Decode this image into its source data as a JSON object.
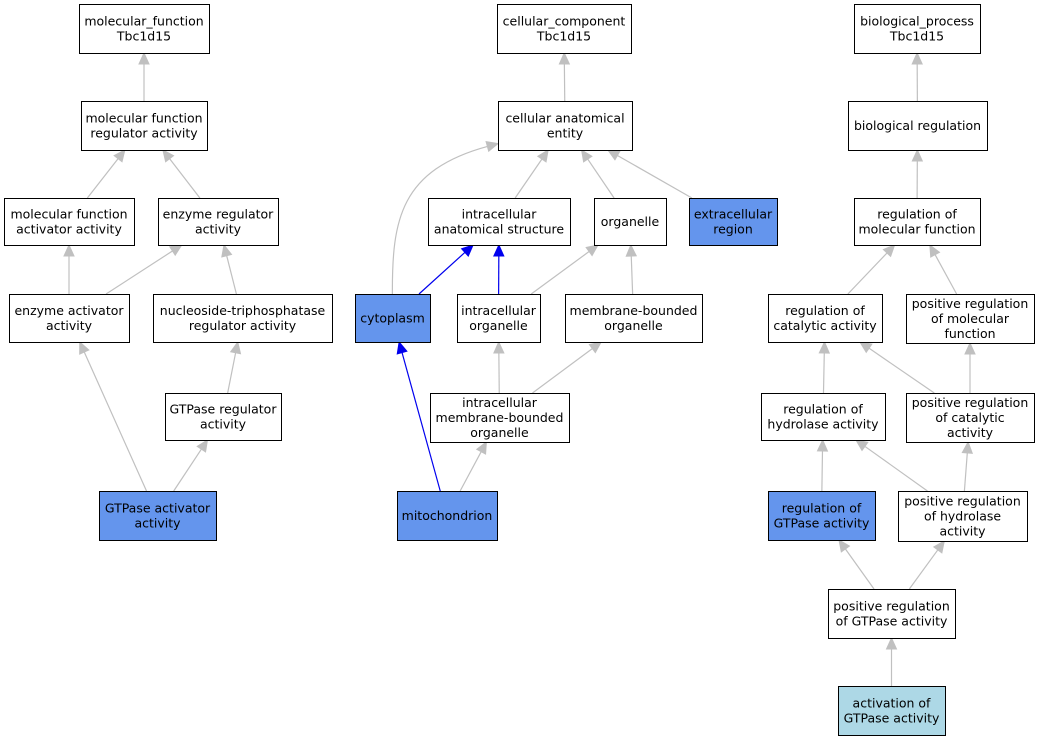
{
  "colors": {
    "default_fill": "#ffffff",
    "annotated_fill": "#6495ed",
    "target_fill": "#add8e6",
    "edge_gray": "#c0c0c0",
    "edge_blue": "#0000ee"
  },
  "nodes": [
    {
      "id": "mf",
      "lines": [
        "molecular_function",
        "Tbc1d15"
      ],
      "kind": "default"
    },
    {
      "id": "mfr",
      "lines": [
        "molecular function",
        "regulator activity"
      ],
      "kind": "default"
    },
    {
      "id": "mfa",
      "lines": [
        "molecular function",
        "activator activity"
      ],
      "kind": "default"
    },
    {
      "id": "enzreg",
      "lines": [
        "enzyme regulator",
        "activity"
      ],
      "kind": "default"
    },
    {
      "id": "enzact",
      "lines": [
        "enzyme activator",
        "activity"
      ],
      "kind": "default"
    },
    {
      "id": "ntp",
      "lines": [
        "nucleoside-triphosphatase",
        "regulator activity"
      ],
      "kind": "default"
    },
    {
      "id": "gtpreg",
      "lines": [
        "GTPase regulator",
        "activity"
      ],
      "kind": "default"
    },
    {
      "id": "gtpact",
      "lines": [
        "GTPase activator",
        "activity"
      ],
      "kind": "annotated"
    },
    {
      "id": "cc",
      "lines": [
        "cellular_component",
        "Tbc1d15"
      ],
      "kind": "default"
    },
    {
      "id": "cae",
      "lines": [
        "cellular anatomical",
        "entity"
      ],
      "kind": "default"
    },
    {
      "id": "ias",
      "lines": [
        "intracellular",
        "anatomical structure"
      ],
      "kind": "default"
    },
    {
      "id": "org",
      "lines": [
        "organelle"
      ],
      "kind": "default"
    },
    {
      "id": "extra",
      "lines": [
        "extracellular",
        "region"
      ],
      "kind": "annotated"
    },
    {
      "id": "cyto",
      "lines": [
        "cytoplasm"
      ],
      "kind": "annotated"
    },
    {
      "id": "iorg",
      "lines": [
        "intracellular",
        "organelle"
      ],
      "kind": "default"
    },
    {
      "id": "mbo",
      "lines": [
        "membrane-bounded",
        "organelle"
      ],
      "kind": "default"
    },
    {
      "id": "imbo",
      "lines": [
        "intracellular",
        "membrane-bounded",
        "organelle"
      ],
      "kind": "default"
    },
    {
      "id": "mito",
      "lines": [
        "mitochondrion"
      ],
      "kind": "annotated"
    },
    {
      "id": "bp",
      "lines": [
        "biological_process",
        "Tbc1d15"
      ],
      "kind": "default"
    },
    {
      "id": "breg",
      "lines": [
        "biological regulation"
      ],
      "kind": "default"
    },
    {
      "id": "rmf",
      "lines": [
        "regulation of",
        "molecular function"
      ],
      "kind": "default"
    },
    {
      "id": "rca",
      "lines": [
        "regulation of",
        "catalytic activity"
      ],
      "kind": "default"
    },
    {
      "id": "prmf",
      "lines": [
        "positive regulation",
        "of molecular",
        "function"
      ],
      "kind": "default"
    },
    {
      "id": "rha",
      "lines": [
        "regulation of",
        "hydrolase activity"
      ],
      "kind": "default"
    },
    {
      "id": "prca",
      "lines": [
        "positive regulation",
        "of catalytic",
        "activity"
      ],
      "kind": "default"
    },
    {
      "id": "rgtp",
      "lines": [
        "regulation of",
        "GTPase activity"
      ],
      "kind": "annotated"
    },
    {
      "id": "prha",
      "lines": [
        "positive regulation",
        "of hydrolase",
        "activity"
      ],
      "kind": "default"
    },
    {
      "id": "prgtp",
      "lines": [
        "positive regulation",
        "of GTPase activity"
      ],
      "kind": "default"
    },
    {
      "id": "agtp",
      "lines": [
        "activation of",
        "GTPase activity"
      ],
      "kind": "target"
    }
  ],
  "edges": [
    {
      "from": "mfr",
      "to": "mf",
      "color": "gray"
    },
    {
      "from": "mfa",
      "to": "mfr",
      "color": "gray"
    },
    {
      "from": "enzreg",
      "to": "mfr",
      "color": "gray"
    },
    {
      "from": "enzact",
      "to": "mfa",
      "color": "gray"
    },
    {
      "from": "enzact",
      "to": "enzreg",
      "color": "gray"
    },
    {
      "from": "ntp",
      "to": "enzreg",
      "color": "gray"
    },
    {
      "from": "gtpreg",
      "to": "ntp",
      "color": "gray"
    },
    {
      "from": "gtpact",
      "to": "enzact",
      "color": "gray"
    },
    {
      "from": "gtpact",
      "to": "gtpreg",
      "color": "gray"
    },
    {
      "from": "cae",
      "to": "cc",
      "color": "gray"
    },
    {
      "from": "ias",
      "to": "cae",
      "color": "gray"
    },
    {
      "from": "org",
      "to": "cae",
      "color": "gray"
    },
    {
      "from": "extra",
      "to": "cae",
      "color": "gray"
    },
    {
      "from": "cyto",
      "to": "cae",
      "color": "gray"
    },
    {
      "from": "cyto",
      "to": "ias",
      "color": "blue"
    },
    {
      "from": "iorg",
      "to": "ias",
      "color": "blue"
    },
    {
      "from": "iorg",
      "to": "org",
      "color": "gray"
    },
    {
      "from": "mbo",
      "to": "org",
      "color": "gray"
    },
    {
      "from": "imbo",
      "to": "iorg",
      "color": "gray"
    },
    {
      "from": "imbo",
      "to": "mbo",
      "color": "gray"
    },
    {
      "from": "mito",
      "to": "cyto",
      "color": "blue"
    },
    {
      "from": "mito",
      "to": "imbo",
      "color": "gray"
    },
    {
      "from": "breg",
      "to": "bp",
      "color": "gray"
    },
    {
      "from": "rmf",
      "to": "breg",
      "color": "gray"
    },
    {
      "from": "rca",
      "to": "rmf",
      "color": "gray"
    },
    {
      "from": "prmf",
      "to": "rmf",
      "color": "gray"
    },
    {
      "from": "rha",
      "to": "rca",
      "color": "gray"
    },
    {
      "from": "prca",
      "to": "rca",
      "color": "gray"
    },
    {
      "from": "prca",
      "to": "prmf",
      "color": "gray"
    },
    {
      "from": "rgtp",
      "to": "rha",
      "color": "gray"
    },
    {
      "from": "prha",
      "to": "rha",
      "color": "gray"
    },
    {
      "from": "prha",
      "to": "prca",
      "color": "gray"
    },
    {
      "from": "prgtp",
      "to": "rgtp",
      "color": "gray"
    },
    {
      "from": "prgtp",
      "to": "prha",
      "color": "gray"
    },
    {
      "from": "agtp",
      "to": "prgtp",
      "color": "gray"
    }
  ]
}
